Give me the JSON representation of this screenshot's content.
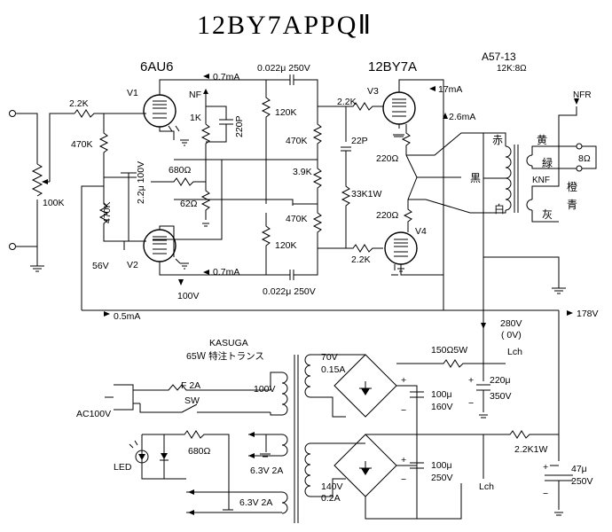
{
  "title": "12BY7APPQⅡ",
  "tubes": {
    "driver_type": "6AU6",
    "output_type": "12BY7A",
    "v1": "V1",
    "v2": "V2",
    "v3": "V3",
    "v4": "V4"
  },
  "output_transformer": {
    "model": "A57-13",
    "spec": "12K:8Ω"
  },
  "power_transformer": {
    "maker": "KASUGA",
    "spec": "65Ｗ 特注トランス"
  },
  "labels": {
    "in_r": "2.2K",
    "in_pot": "100K",
    "r470_a": "470K",
    "r470_b": "470K",
    "v_56": "56V",
    "cap_22u": "2.2μ 100V",
    "nf": "NF",
    "r1k": "1K",
    "c220p": "220P",
    "r680": "680Ω",
    "r62": "62Ω",
    "v_100": "100V",
    "i_07_top": "0.7mA",
    "i_07_bot": "0.7mA",
    "i_05": "0.5mA",
    "cc_top": "0.022μ 250V",
    "cc_bot": "0.022μ 250V",
    "r120_a": "120K",
    "r120_b": "120K",
    "r470_c": "470K",
    "r470_d": "470K",
    "r39": "3.9K",
    "c22p": "22P",
    "r33k": "33K1W",
    "g_r_top": "2.2K",
    "g_r_bot": "2.2K",
    "k_r_top": "220Ω",
    "k_r_bot": "220Ω",
    "i_17": "17mA",
    "i_26": "2.6mA",
    "wire_red": "赤",
    "wire_black": "黒",
    "wire_white": "白",
    "wire_yellow": "黄",
    "wire_green": "緑",
    "wire_orange": "橙",
    "wire_blue": "青",
    "wire_gray": "灰",
    "nfr": "NFR",
    "knf": "KNF",
    "ohm8": "8Ω",
    "v_178": "178V",
    "v_280": "280V",
    "v_0": "(  0V)",
    "sec_70": "70V",
    "sec_015": "0.15A",
    "pri_100": "100V",
    "fuse": "F 2A",
    "sw": "SW",
    "ac": "AC100V",
    "led": "LED",
    "r_led": "680Ω",
    "h1": "6.3V 2A",
    "h2": "6.3V 2A",
    "sec_140": "140V",
    "sec_02": "0.2A",
    "r150": "150Ω5W",
    "lch_1": "Lch",
    "lch_2": "Lch",
    "c100_1a": "100μ",
    "c100_1b": "160V",
    "c220_a": "220μ",
    "c220_b": "350V",
    "c100_2a": "100μ",
    "c100_2b": "250V",
    "r22k1w": "2.2K1W",
    "c47_a": "47μ",
    "c47_b": "250V"
  }
}
